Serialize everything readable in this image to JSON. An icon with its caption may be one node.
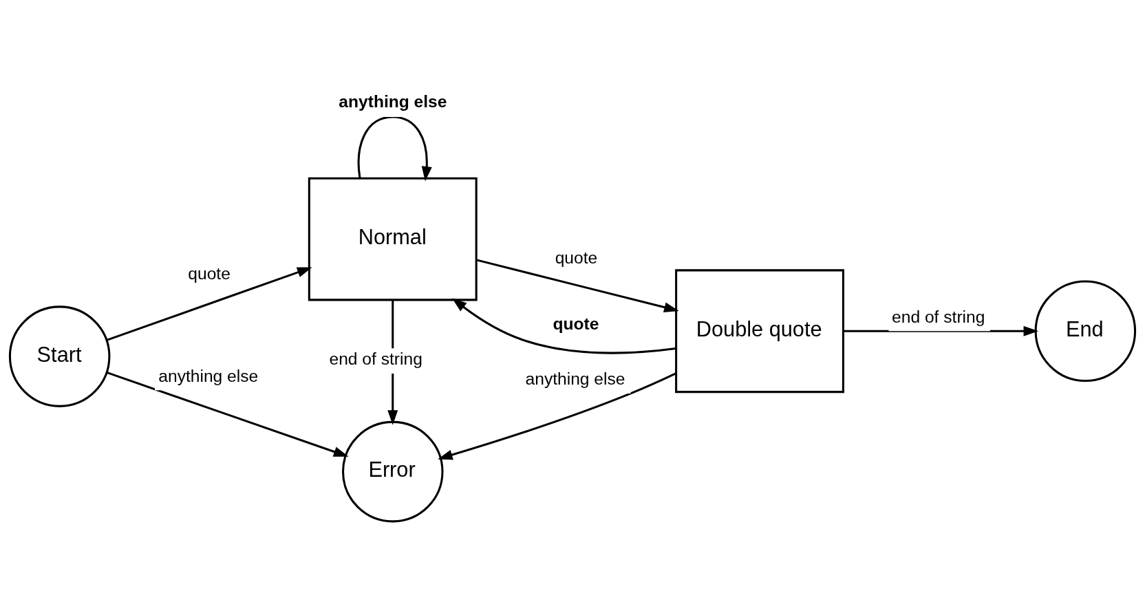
{
  "diagram": {
    "nodes": [
      {
        "text": [
          "Start"
        ]
      },
      {
        "text": [
          "Normal"
        ]
      },
      {
        "text": [
          "Double quote"
        ]
      },
      {
        "text": [
          "End"
        ]
      },
      {
        "text": [
          "Error"
        ]
      }
    ],
    "edges": [
      {
        "from": 0,
        "to": 1,
        "arrow": "to",
        "label": "quote"
      },
      {
        "from": 1,
        "to": 1,
        "arrow": "to",
        "label": "anything else"
      },
      {
        "from": 1,
        "to": 2,
        "arrow": "to",
        "label": "quote"
      },
      {
        "from": 2,
        "to": 1,
        "arrow": "to",
        "label": "quote"
      },
      {
        "from": 2,
        "to": 3,
        "arrow": "to",
        "label": "end of string"
      },
      {
        "from": 1,
        "to": 4,
        "arrow": "to",
        "label": "end of string"
      },
      {
        "from": 2,
        "to": 4,
        "arrow": "to",
        "label": "anything else"
      },
      {
        "from": 0,
        "to": 4,
        "arrow": "to",
        "label": "anything else"
      }
    ]
  }
}
